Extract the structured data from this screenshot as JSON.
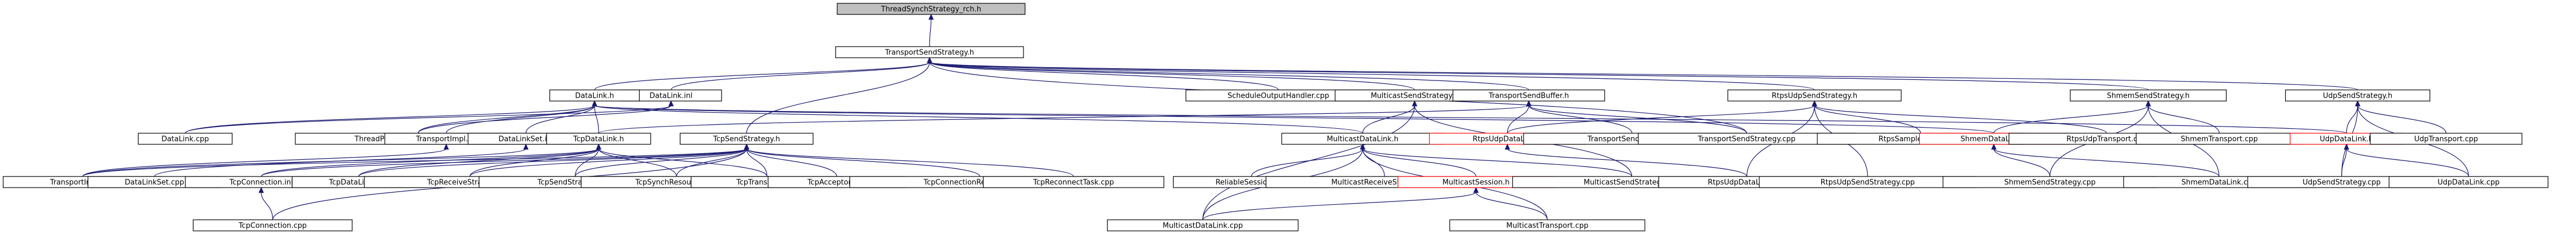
{
  "nodes": {
    "root": "ThreadSynchStrategy_rch.h",
    "tss": "TransportSendStrategy.h",
    "dlinl": "DataLink.inl",
    "dlh": "DataLink.h",
    "sohcpp": "ScheduleOutputHandler.cpp",
    "mss": "MulticastSendStrategy.h",
    "tsb": "TransportSendBuffer.h",
    "russ": "RtpsUdpSendStrategy.h",
    "sss": "ShmemSendStrategy.h",
    "uss": "UdpSendStrategy.h",
    "dlcpp": "DataLink.cpp",
    "tpcst": "ThreadPerConnectionSendTask.cpp",
    "tiinl": "TransportImpl.inl",
    "dlsinl": "DataLinkSet.inl",
    "tdlh": "TcpDataLink.h",
    "tssh": "TcpSendStrategy.h",
    "mdlh": "MulticastDataLink.h",
    "rudlh": "RtpsUdpDataLink.h",
    "tsbcpp": "TransportSendBuffer.cpp",
    "tsscpp": "TransportSendStrategy.cpp",
    "rshcpp": "RtpsSampleHeader.cpp",
    "sdlh": "ShmemDataLink.h",
    "rutcpp": "RtpsUdpTransport.cpp",
    "stcpp": "ShmemTransport.cpp",
    "udlh": "UdpDataLink.h",
    "utcpp": "UdpTransport.cpp",
    "ticpp": "TransportImpl.cpp",
    "dlscpp": "DataLinkSet.cpp",
    "tcinl": "TcpConnection.inl",
    "tdlcpp": "TcpDataLink.cpp",
    "trscpp": "TcpReceiveStrategy.cpp",
    "tsstcpp": "TcpSendStrategy.cpp",
    "tsrcpp": "TcpSynchResource.cpp",
    "ttcpp": "TcpTransport.cpp",
    "tacpp": "TcpAcceptor.cpp",
    "tcrtcpp": "TcpConnectionReplaceTask.cpp",
    "trtcpp": "TcpReconnectTask.cpp",
    "rscpp": "ReliableSession.cpp",
    "mrscpp": "MulticastReceiveStrategy.cpp",
    "msh": "MulticastSession.h",
    "msscpp": "MulticastSendStrategy.cpp",
    "rudlcpp": "RtpsUdpDataLink.cpp",
    "russcpp": "RtpsUdpSendStrategy.cpp",
    "ssscpp": "ShmemSendStrategy.cpp",
    "sdlcpp": "ShmemDataLink.cpp",
    "usscpp": "UdpSendStrategy.cpp",
    "udlcpp": "UdpDataLink.cpp",
    "tccpp": "TcpConnection.cpp",
    "mdlcpp": "MulticastDataLink.cpp",
    "mtcpp": "MulticastTransport.cpp"
  },
  "colors": {
    "edge": "#191970",
    "root_fill": "#c0c0c0",
    "highlight_border": "#ff0000"
  }
}
